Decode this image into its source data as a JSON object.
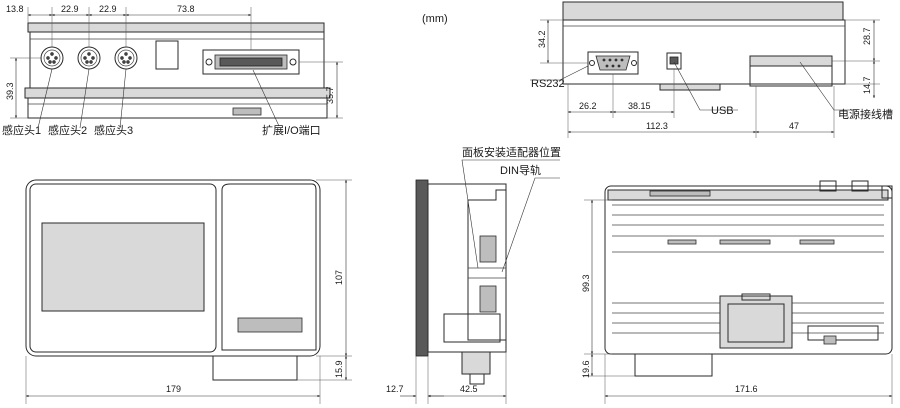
{
  "unit_label": "(mm)",
  "labels": {
    "sensor1": "感应头1",
    "sensor2": "感应头2",
    "sensor3": "感应头3",
    "io_port": "扩展I/O端口",
    "rs232": "RS232",
    "usb": "USB",
    "power_terminal": "电源接线槽",
    "panel_adapter": "面板安装适配器位置",
    "din_rail": "DIN导轨"
  },
  "dims": {
    "d13_8": "13.8",
    "d22_9a": "22.9",
    "d22_9b": "22.9",
    "d73_8": "73.8",
    "d39_3": "39.3",
    "d35_7": "35.7",
    "d34_2": "34.2",
    "d28_7": "28.7",
    "d14_7": "14.7",
    "d26_2": "26.2",
    "d38_15": "38.15",
    "d112_3": "112.3",
    "d47": "47",
    "d107": "107",
    "d15_9": "15.9",
    "d179": "179",
    "d12_7": "12.7",
    "d42_5": "42.5",
    "d99_3": "99.3",
    "d19_6": "19.6",
    "d171_6": "171.6"
  }
}
